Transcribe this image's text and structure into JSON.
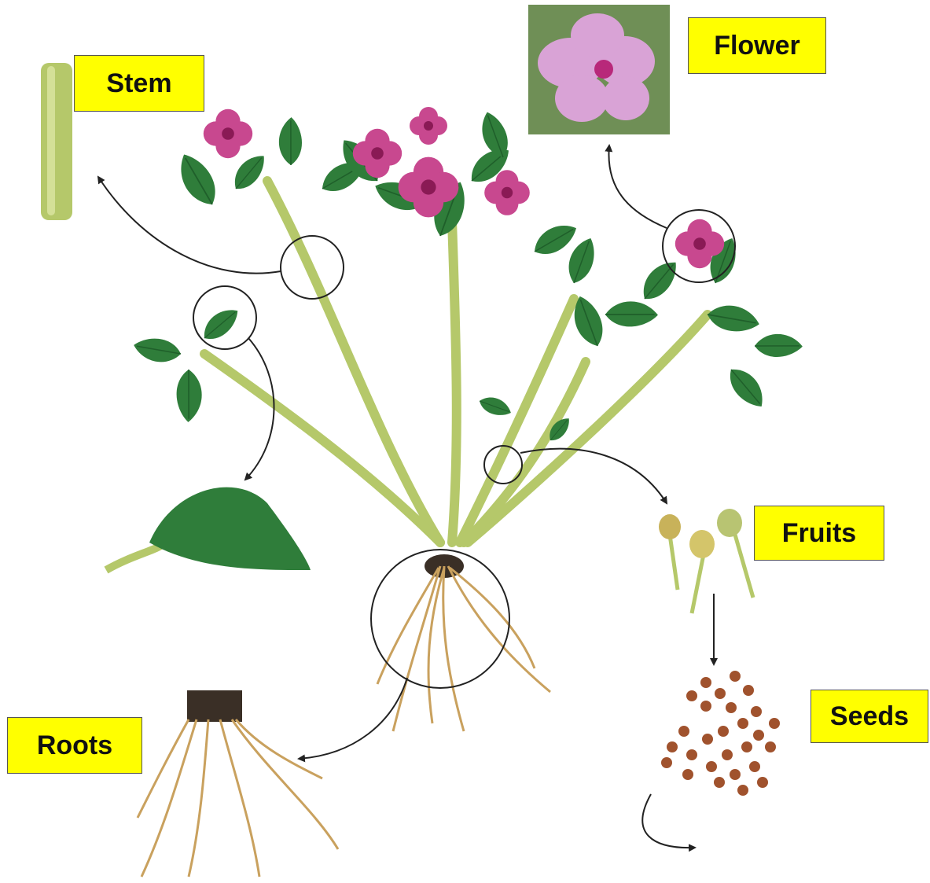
{
  "labels": {
    "stem": "Stem",
    "flower": "Flower",
    "fruits": "Fruits",
    "seeds": "Seeds",
    "roots": "Roots"
  },
  "colors": {
    "label_bg": "#ffff00",
    "stem_green": "#b5c86a",
    "leaf_green": "#2f7d3a",
    "flower_pink": "#c8488f",
    "root_tan": "#c9a15e",
    "seed_brown": "#a0522d"
  }
}
